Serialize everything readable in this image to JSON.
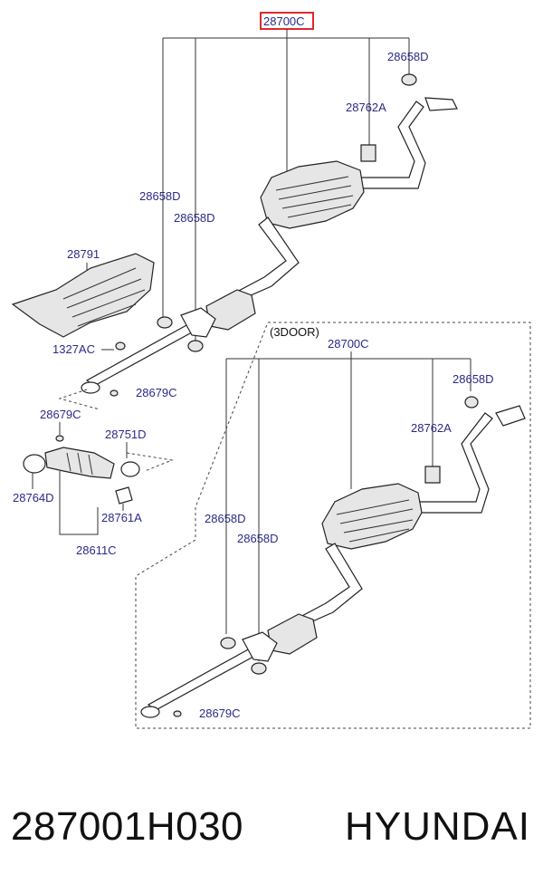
{
  "diagram": {
    "main_part_label": "28700C",
    "highlight_color": "#e0282e",
    "label_color": "#2a2a8a",
    "labels": {
      "hanger_top_right": "28658D",
      "hanger_rubber_top": "28762A",
      "hanger_left_1": "28658D",
      "hanger_left_2": "28658D",
      "heat_protector": "28791",
      "bolt": "1327AC",
      "nut_front": "28679C",
      "nut_cat": "28679C",
      "gasket_cat": "28751D",
      "gasket_manifold": "28764D",
      "cat_bracket": "28761A",
      "cat_converter": "28611C",
      "variant_title": "(3DOOR)",
      "variant_muffler": "28700C",
      "variant_hanger_right": "28658D",
      "variant_rubber": "28762A",
      "variant_hanger_left_1": "28658D",
      "variant_hanger_left_2": "28658D",
      "variant_nut": "28679C"
    }
  },
  "footer": {
    "part_number": "287001H030",
    "brand": "HYUNDAI"
  }
}
